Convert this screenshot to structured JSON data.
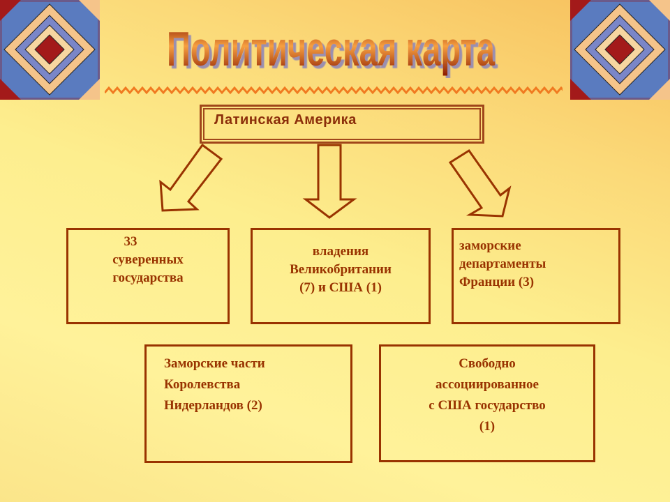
{
  "slide": {
    "title": "Политическая карта",
    "root": "Латинская Америка",
    "boxes": [
      {
        "lines": [
          "33",
          "суверенных",
          "государства"
        ]
      },
      {
        "lines": [
          "владения",
          "Великобритании",
          "(7) и США (1)"
        ]
      },
      {
        "lines": [
          "заморские",
          "департаменты",
          "Франции (3)"
        ]
      },
      {
        "lines": [
          "Заморские части",
          "Королевства",
          "Нидерландов (2)"
        ]
      },
      {
        "lines": [
          "Свободно",
          "ассоциированное",
          "с США государство",
          "(1)"
        ]
      }
    ]
  },
  "colors": {
    "accent": "#993300",
    "title_dark": "#8b1a00",
    "title_light": "#f7a040"
  }
}
